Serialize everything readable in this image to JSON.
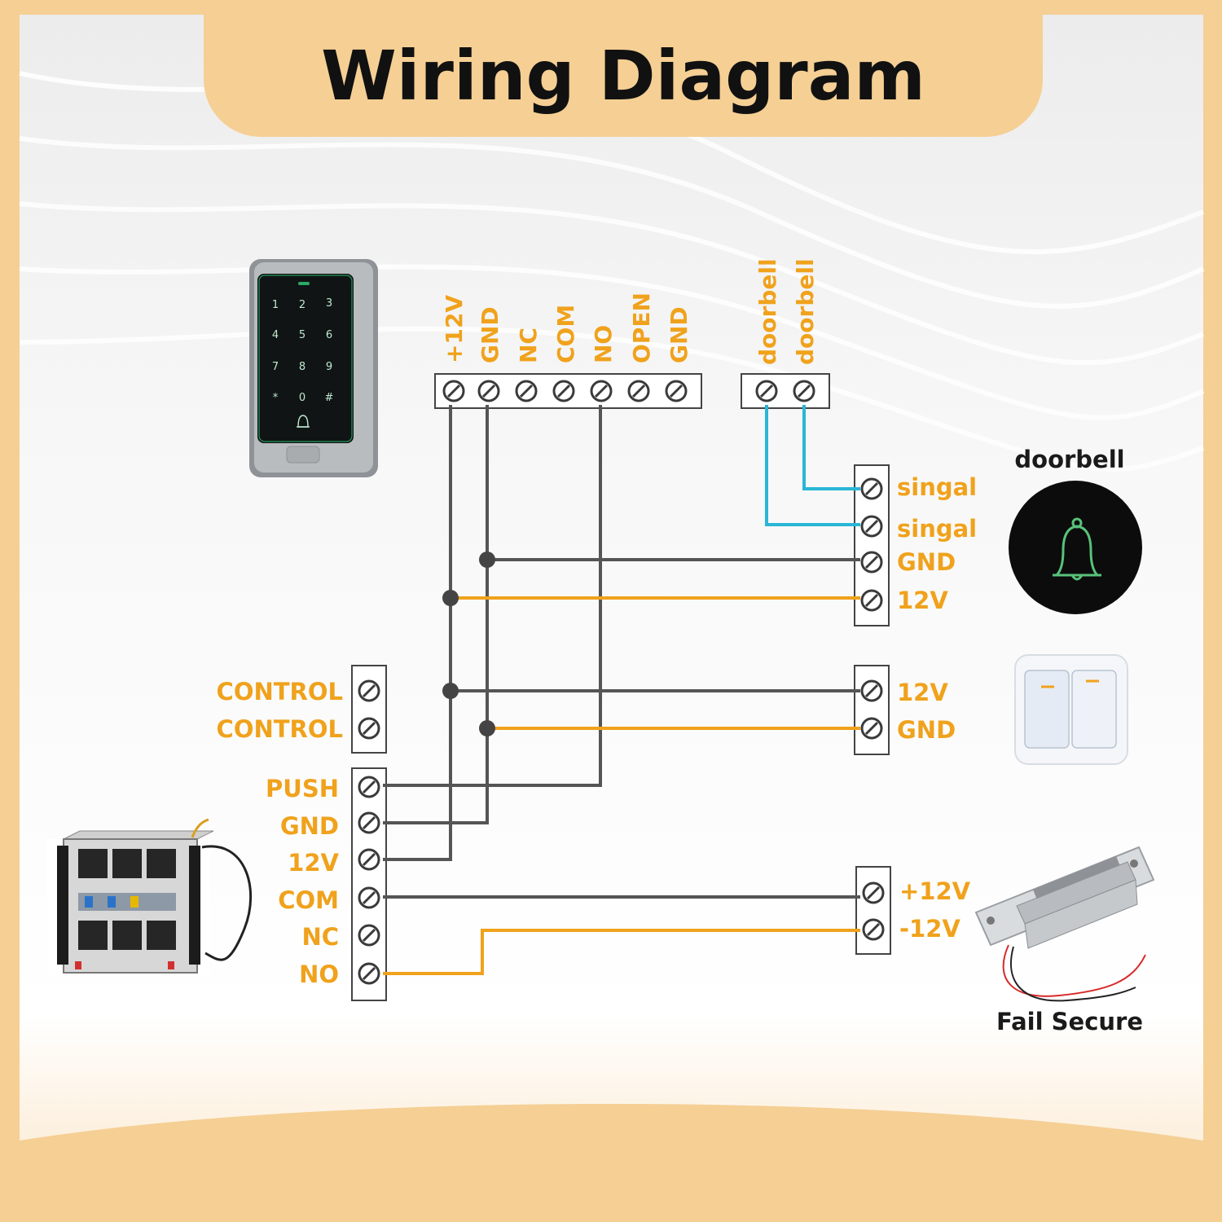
{
  "title": "Wiring Diagram",
  "keypad": {
    "keys": [
      "1",
      "2",
      "3",
      "4",
      "5",
      "6",
      "7",
      "8",
      "9",
      "*",
      "0",
      "#"
    ],
    "terminals": [
      "+12V",
      "GND",
      "NC",
      "COM",
      "NO",
      "OPEN",
      "GND"
    ],
    "doorbell_terminals": [
      "doorbell",
      "doorbell"
    ]
  },
  "doorbell_block": {
    "terminals": [
      "singal",
      "singal",
      "GND",
      "12V"
    ],
    "device_label": "doorbell"
  },
  "exit_button_block": {
    "terminals": [
      "12V",
      "GND"
    ]
  },
  "control_block": {
    "terminals": [
      "CONTROL",
      "CONTROL"
    ]
  },
  "power_supply_block": {
    "terminals": [
      "PUSH",
      "GND",
      "12V",
      "COM",
      "NC",
      "NO"
    ]
  },
  "lock_block": {
    "terminals": [
      "+12V",
      "-12V"
    ],
    "device_label": "Fail Secure"
  },
  "colors": {
    "label_orange": "#f0a21c",
    "wire_gray": "#555555",
    "wire_orange": "#f0a21c",
    "wire_blue": "#29b6d6",
    "background_cream": "#f5cf94"
  },
  "icons": {
    "doorbell": "bell-icon",
    "exit_button": "switch-icon",
    "lock": "electric-strike-icon",
    "power": "power-supply-icon"
  }
}
